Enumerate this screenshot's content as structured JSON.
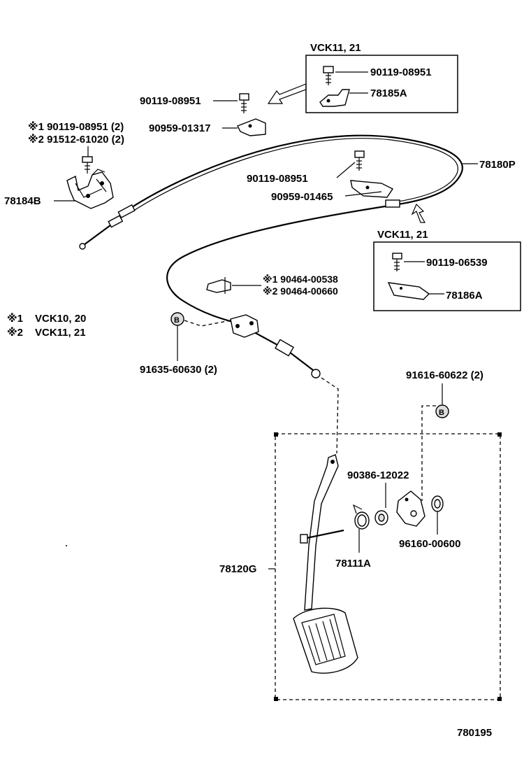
{
  "diagram": {
    "figure_number": "780195",
    "notes": [
      {
        "mark": "※1",
        "text": "VCK10, 20"
      },
      {
        "mark": "※2",
        "text": "VCK11, 21"
      }
    ],
    "boxes": [
      {
        "title": "VCK11, 21",
        "parts": [
          "90119-08951",
          "78185A"
        ]
      },
      {
        "title": "VCK11, 21",
        "parts": [
          "90119-06539",
          "78186A"
        ]
      }
    ],
    "labels": {
      "bolt_top_left": "90119-08951",
      "bracket_top_left": "90959-01317",
      "bolt_mid": "90119-08951",
      "bracket_mid": "90959-01465",
      "cable": "78180P",
      "bracket_left": "78184B",
      "note1_part": "※1 90119-08951 (2)",
      "note2_part": "※2 91512-61020 (2)",
      "clip_note1": "※1 90464-00538",
      "clip_note2": "※2 90464-00660",
      "nut_left": "91635-60630 (2)",
      "nut_right": "91616-60622 (2)",
      "bushing": "90386-12022",
      "washer": "96160-00600",
      "spring": "78111A",
      "pedal": "78120G"
    },
    "nut_marker": "B"
  }
}
